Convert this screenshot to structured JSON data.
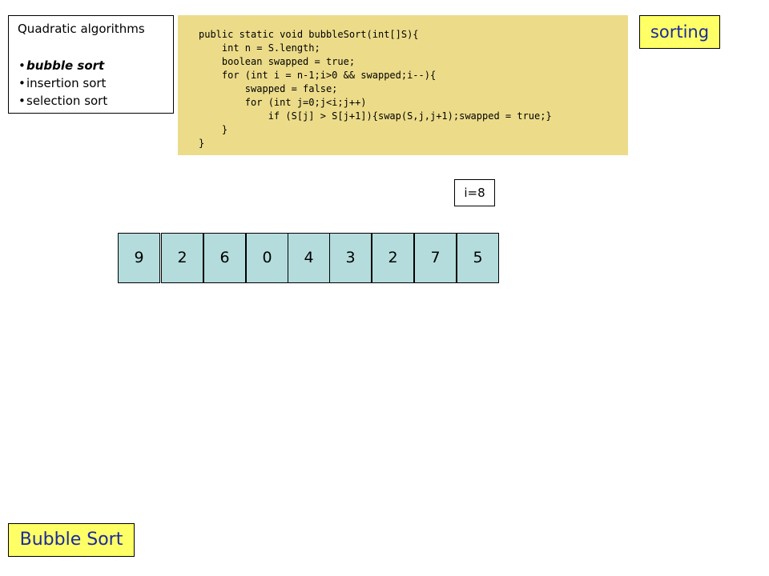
{
  "algorithms": {
    "title": "Quadratic algorithms",
    "items": [
      {
        "label": "bubble sort",
        "active": true
      },
      {
        "label": "insertion sort",
        "active": false
      },
      {
        "label": "selection sort",
        "active": false
      }
    ]
  },
  "code": {
    "lines": [
      "public static void bubbleSort(int[]S){",
      "    int n = S.length;",
      "    boolean swapped = true;",
      "    for (int i = n-1;i>0 && swapped;i--){",
      "        swapped = false;",
      "        for (int j=0;j<i;j++)",
      "            if (S[j] > S[j+1]){swap(S,j,j+1);swapped = true;}",
      "    }",
      "}"
    ]
  },
  "topic": "sorting",
  "index_label": "i=8",
  "array": [
    "9",
    "2",
    "6",
    "0",
    "4",
    "3",
    "2",
    "7",
    "5"
  ],
  "slide_title": "Bubble Sort",
  "colors": {
    "code_background": "#ecdc8a",
    "cell_background": "#b4dcdc",
    "badge_background": "#ffff66",
    "badge_text": "#1a2a9c"
  }
}
